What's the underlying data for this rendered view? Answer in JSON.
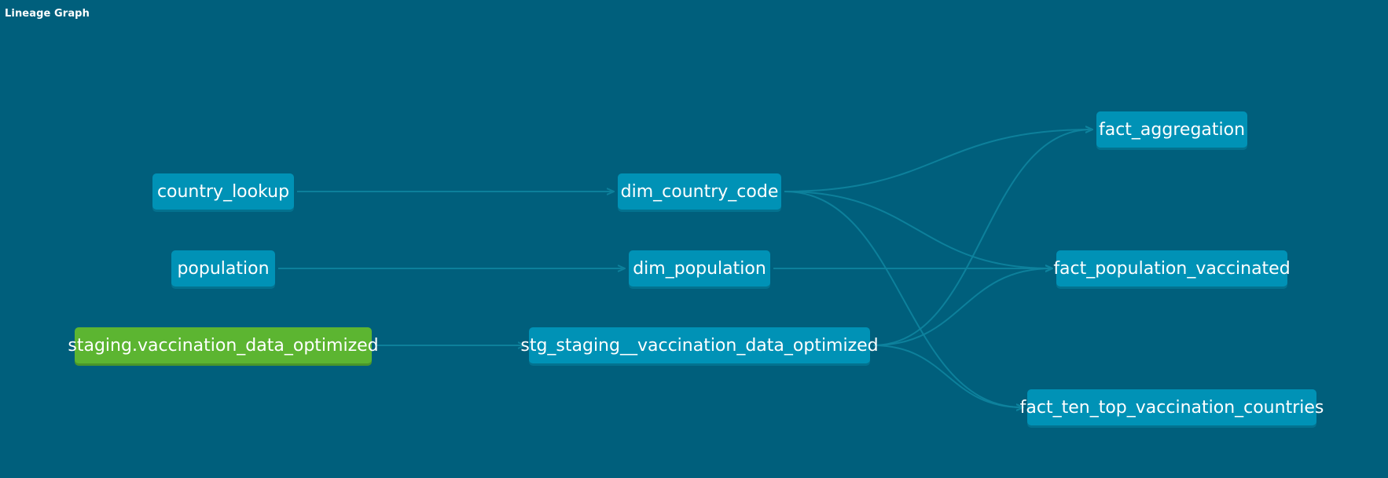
{
  "title": "Lineage Graph",
  "colors": {
    "background": "#005f7c",
    "model_node": "#0092b6",
    "source_node": "#5cb531",
    "edge": "#0f849f"
  },
  "nodes": {
    "country_lookup": {
      "label": "country_lookup",
      "kind": "model"
    },
    "population": {
      "label": "population",
      "kind": "model"
    },
    "staging_vaccination_data_optimized": {
      "label": "staging.vaccination_data_optimized",
      "kind": "source"
    },
    "dim_country_code": {
      "label": "dim_country_code",
      "kind": "model"
    },
    "dim_population": {
      "label": "dim_population",
      "kind": "model"
    },
    "stg_staging_vaccination_data_optimized": {
      "label": "stg_staging__vaccination_data_optimized",
      "kind": "model"
    },
    "fact_aggregation": {
      "label": "fact_aggregation",
      "kind": "model"
    },
    "fact_population_vaccinated": {
      "label": "fact_population_vaccinated",
      "kind": "model"
    },
    "fact_ten_top_vaccination_countries": {
      "label": "fact_ten_top_vaccination_countries",
      "kind": "model"
    }
  },
  "edges": [
    {
      "from": "country_lookup",
      "to": "dim_country_code"
    },
    {
      "from": "population",
      "to": "dim_population"
    },
    {
      "from": "staging_vaccination_data_optimized",
      "to": "stg_staging_vaccination_data_optimized"
    },
    {
      "from": "dim_country_code",
      "to": "fact_aggregation"
    },
    {
      "from": "dim_country_code",
      "to": "fact_population_vaccinated"
    },
    {
      "from": "dim_country_code",
      "to": "fact_ten_top_vaccination_countries"
    },
    {
      "from": "dim_population",
      "to": "fact_population_vaccinated"
    },
    {
      "from": "stg_staging_vaccination_data_optimized",
      "to": "fact_aggregation"
    },
    {
      "from": "stg_staging_vaccination_data_optimized",
      "to": "fact_population_vaccinated"
    },
    {
      "from": "stg_staging_vaccination_data_optimized",
      "to": "fact_ten_top_vaccination_countries"
    }
  ]
}
